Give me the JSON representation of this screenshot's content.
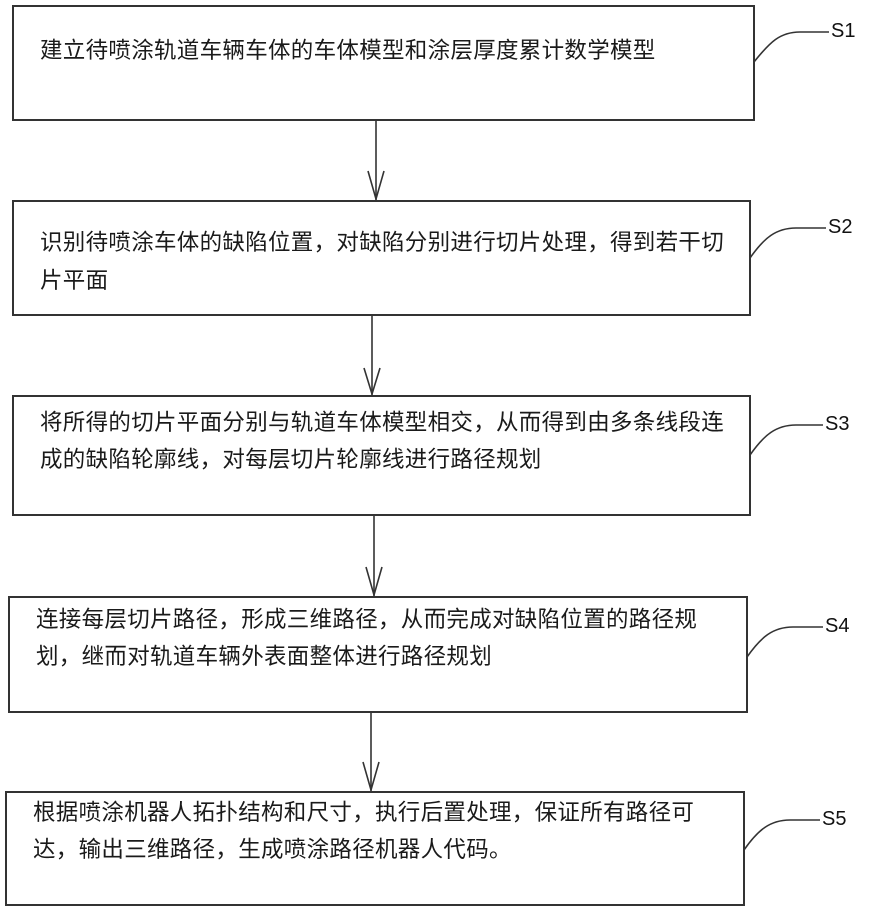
{
  "flowchart": {
    "steps": [
      {
        "id": "S1",
        "label": "S1",
        "text": "建立待喷涂轨道车辆车体的车体模型和涂层厚度累计数学模型"
      },
      {
        "id": "S2",
        "label": "S2",
        "text": "识别待喷涂车体的缺陷位置，对缺陷分别进行切片处理，得到若干切片平面"
      },
      {
        "id": "S3",
        "label": "S3",
        "text": "将所得的切片平面分别与轨道车体模型相交，从而得到由多条线段连成的缺陷轮廓线，对每层切片轮廓线进行路径规划"
      },
      {
        "id": "S4",
        "label": "S4",
        "text": "连接每层切片路径，形成三维路径，从而完成对缺陷位置的路径规划，继而对轨道车辆外表面整体进行路径规划"
      },
      {
        "id": "S5",
        "label": "S5",
        "text": "根据喷涂机器人拓扑结构和尺寸，执行后置处理，保证所有路径可达，输出三维路径，生成喷涂路径机器人代码。"
      }
    ],
    "edges": [
      {
        "from": "S1",
        "to": "S2"
      },
      {
        "from": "S2",
        "to": "S3"
      },
      {
        "from": "S3",
        "to": "S4"
      },
      {
        "from": "S4",
        "to": "S5"
      }
    ]
  }
}
